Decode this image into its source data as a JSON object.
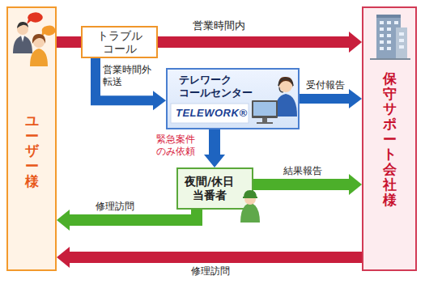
{
  "diagram": {
    "nodes": [
      {
        "text": [
          "ユーザー様"
        ]
      },
      {
        "text": [
          "トラブル コール"
        ]
      },
      {
        "text": [
          "テレワーク コールセンター",
          "TELEWORK®"
        ]
      },
      {
        "text": [
          "夜間/休日 当番者"
        ]
      },
      {
        "text": [
          "保守サポート会社様"
        ]
      }
    ],
    "edges": [
      {
        "from": 0,
        "to": 1,
        "arrow": "none"
      },
      {
        "from": 1,
        "to": 4,
        "label": "営業時間内",
        "arrow": "to"
      },
      {
        "from": 1,
        "to": 2,
        "label": "営業時間外 転送",
        "arrow": "to"
      },
      {
        "from": 2,
        "to": 4,
        "label": "受付報告",
        "arrow": "to"
      },
      {
        "from": 2,
        "to": 3,
        "label": "緊急案件 のみ依頼",
        "arrow": "to"
      },
      {
        "from": 3,
        "to": 4,
        "label": "結果報告",
        "arrow": "to"
      },
      {
        "from": 3,
        "to": 0,
        "label": "修理訪問",
        "arrow": "to"
      },
      {
        "from": 4,
        "to": 0,
        "label": "修理訪問",
        "arrow": "to"
      }
    ]
  }
}
